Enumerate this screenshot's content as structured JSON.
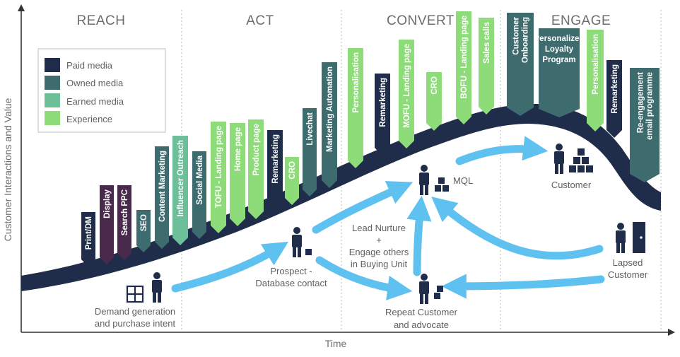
{
  "phases": [
    "REACH",
    "ACT",
    "CONVERT",
    "ENGAGE"
  ],
  "axes": {
    "x": "Time",
    "y": "Customer Interactions and Value"
  },
  "legend": [
    {
      "label": "Paid media",
      "color": "#1f2d4a"
    },
    {
      "label": "Owned media",
      "color": "#3e6b6d"
    },
    {
      "label": "Earned media",
      "color": "#6dbf9a"
    },
    {
      "label": "Experience",
      "color": "#8ddc79"
    }
  ],
  "touchpoints": [
    {
      "label": "Print/DM",
      "type": "paid"
    },
    {
      "label": "Display",
      "type": "paid_purple"
    },
    {
      "label": "Search PPC",
      "type": "paid_purple"
    },
    {
      "label": "SEO",
      "type": "owned"
    },
    {
      "label": "Content Marketing",
      "type": "owned"
    },
    {
      "label": "Influencer Outreach",
      "type": "earned"
    },
    {
      "label": "Social Media",
      "type": "owned"
    },
    {
      "label": "TOFU - Landing page",
      "type": "experience"
    },
    {
      "label": "Home page",
      "type": "experience"
    },
    {
      "label": "Product page",
      "type": "experience"
    },
    {
      "label": "Remarketing",
      "type": "paid"
    },
    {
      "label": "CRO",
      "type": "experience"
    },
    {
      "label": "Livechat",
      "type": "owned"
    },
    {
      "label": "Marketing Automation",
      "type": "owned"
    },
    {
      "label": "Personalisation",
      "type": "experience"
    },
    {
      "label": "Remarketing",
      "type": "paid"
    },
    {
      "label": "MOFU - Landing page",
      "type": "experience"
    },
    {
      "label": "CRO",
      "type": "experience"
    },
    {
      "label": "BOFU - Landing page",
      "type": "experience"
    },
    {
      "label": "Sales calls",
      "type": "experience"
    },
    {
      "label": "Customer Onboarding",
      "type": "owned"
    },
    {
      "label": "Personalized Loyalty Program",
      "type": "owned"
    },
    {
      "label": "Personalisation",
      "type": "experience"
    },
    {
      "label": "Remarketing",
      "type": "paid"
    },
    {
      "label": "Re-engagement email programme",
      "type": "owned"
    }
  ],
  "personas": {
    "demand": [
      "Demand generation",
      "and purchase intent"
    ],
    "prospect": [
      "Prospect -",
      "Database contact"
    ],
    "nurture": [
      "Lead Nurture",
      "+",
      "Engage others",
      "in Buying Unit"
    ],
    "mql": "MQL",
    "customer": "Customer",
    "repeat": [
      "Repeat Customer",
      "and advocate"
    ],
    "lapsed": [
      "Lapsed",
      "Customer"
    ]
  },
  "colors": {
    "curve": "#1f2d4a",
    "arrow": "#5ec1f0",
    "paid": "#1f2d4a",
    "paid_purple": "#4a2a4c",
    "owned": "#3e6b6d",
    "earned": "#6dbf9a",
    "experience": "#8ddc79"
  }
}
